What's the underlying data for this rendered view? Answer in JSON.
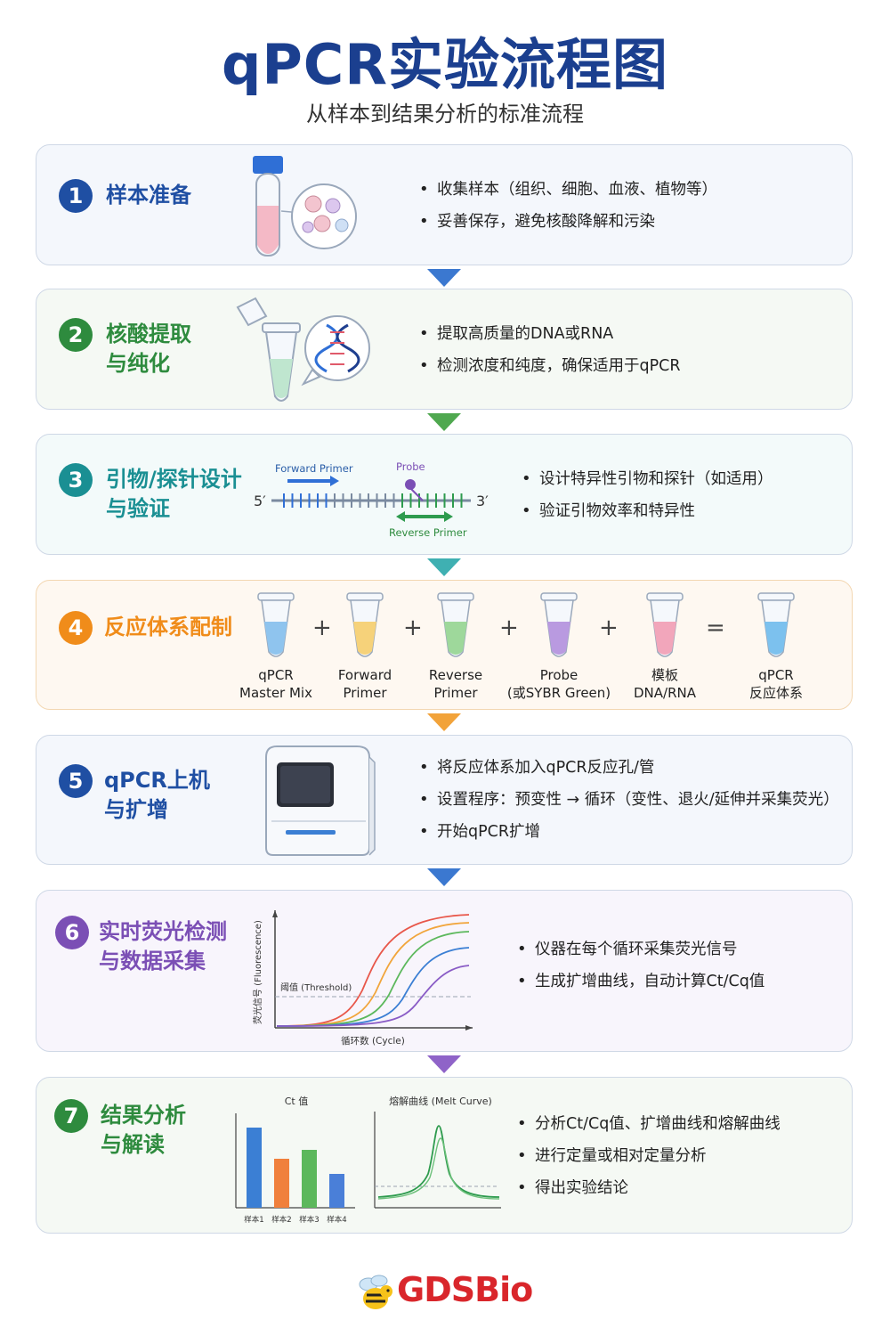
{
  "title": "qPCR实验流程图",
  "subtitle": "从样本到结果分析的标准流程",
  "steps": [
    {
      "number": "1",
      "title_lines": [
        "样本准备"
      ],
      "color": "#1f4fa3",
      "bullets": [
        "收集样本（组织、细胞、血液、植物等）",
        "妥善保存，避免核酸降解和污染"
      ]
    },
    {
      "number": "2",
      "title_lines": [
        "核酸提取",
        "与纯化"
      ],
      "color": "#2e8b3e",
      "bullets": [
        "提取高质量的DNA或RNA",
        "检测浓度和纯度，确保适用于qPCR"
      ]
    },
    {
      "number": "3",
      "title_lines": [
        "引物/探针设计",
        "与验证"
      ],
      "color": "#1a8f93",
      "bullets": [
        "设计特异性引物和探针（如适用）",
        "验证引物效率和特异性"
      ],
      "diagram": {
        "forward": "Forward Primer",
        "probe": "Probe",
        "reverse": "Reverse Primer",
        "end5": "5′",
        "end3": "3′"
      }
    },
    {
      "number": "4",
      "title_lines": [
        "反应体系配制"
      ],
      "color": "#f08c1a",
      "components": [
        {
          "line1": "qPCR",
          "line2": "Master Mix",
          "color": "#8fc4ee"
        },
        {
          "line1": "Forward",
          "line2": "Primer",
          "color": "#f6d27a"
        },
        {
          "line1": "Reverse",
          "line2": "Primer",
          "color": "#9ed89b"
        },
        {
          "line1": "Probe",
          "line2": "(或SYBR Green)",
          "color": "#b99ae0"
        },
        {
          "line1": "模板",
          "line2": "DNA/RNA",
          "color": "#f2a6bb"
        },
        {
          "line1": "qPCR",
          "line2": "反应体系",
          "color": "#7cc1ee"
        }
      ],
      "operators": [
        "+",
        "+",
        "+",
        "+",
        "="
      ]
    },
    {
      "number": "5",
      "title_lines": [
        "qPCR上机",
        "与扩增"
      ],
      "color": "#1f4fa3",
      "bullets": [
        "将反应体系加入qPCR反应孔/管",
        "设置程序：预变性 → 循环（变性、退火/延伸并采集荧光）",
        "开始qPCR扩增"
      ]
    },
    {
      "number": "6",
      "title_lines": [
        "实时荧光检测",
        "与数据采集"
      ],
      "color": "#7b4fb5",
      "bullets": [
        "仪器在每个循环采集荧光信号",
        "生成扩增曲线，自动计算Ct/Cq值"
      ],
      "chart": {
        "ylabel": "荧光信号 (Fluorescence)",
        "xlabel": "循环数 (Cycle)",
        "threshold": "阈值 (Threshold)"
      }
    },
    {
      "number": "7",
      "title_lines": [
        "结果分析",
        "与解读"
      ],
      "color": "#2e8b3e",
      "bullets": [
        "分析Ct/Cq值、扩增曲线和熔解曲线",
        "进行定量或相对定量分析",
        "得出实验结论"
      ],
      "bar_title": "Ct 值",
      "melt_title": "熔解曲线 (Melt Curve)"
    }
  ],
  "chart_data": {
    "type": "bar",
    "title": "Ct 值",
    "categories": [
      "样本1",
      "样本2",
      "样本3",
      "样本4"
    ],
    "values": [
      0.9,
      0.55,
      0.65,
      0.38
    ],
    "colors": [
      "#3b7fd4",
      "#f0803c",
      "#5cb85c",
      "#4a7fd8"
    ]
  },
  "logo": "GDSBio",
  "arrow_colors": [
    "#3b78d0",
    "#4fa84f",
    "#3fb0b2",
    "#f2a33a",
    "#3b78d0",
    "#8f63c8"
  ]
}
